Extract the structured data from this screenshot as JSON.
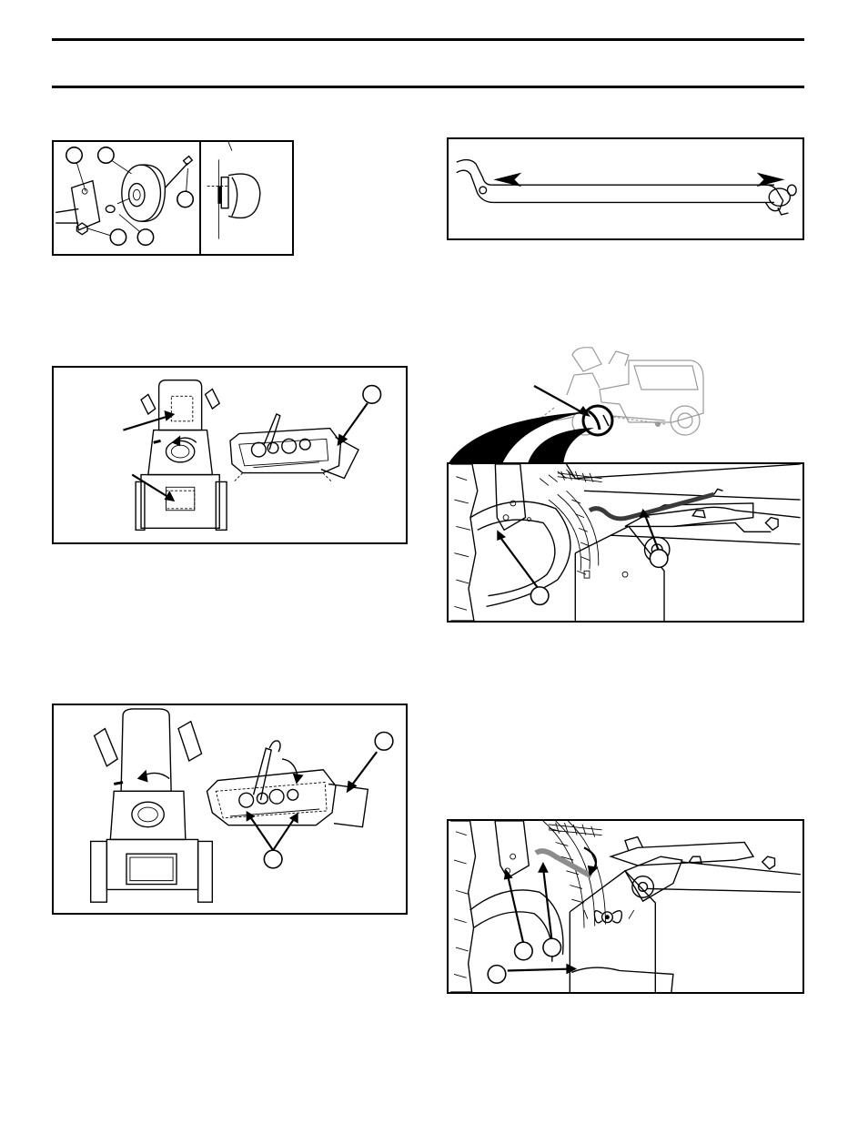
{
  "page": {
    "header_rules": 2
  },
  "figures": [
    {
      "id": "wheel-assembly",
      "callouts": 5,
      "inset_panel": true
    },
    {
      "id": "steering-rod",
      "direction_arrows": 2
    },
    {
      "id": "tractor-inset-location",
      "callouts": 1
    },
    {
      "id": "deck-belt-top-view",
      "callouts": 1
    },
    {
      "id": "deck-belt-top-view-2",
      "callouts": 2
    },
    {
      "id": "wheel-rod-closeup",
      "callouts": 2
    },
    {
      "id": "wheel-rod-closeup-2",
      "callouts": 3
    }
  ],
  "colors": {
    "ink": "#000000",
    "ghost_tractor": "#9a9a9a",
    "rod_grey": "#8c8c8c"
  }
}
